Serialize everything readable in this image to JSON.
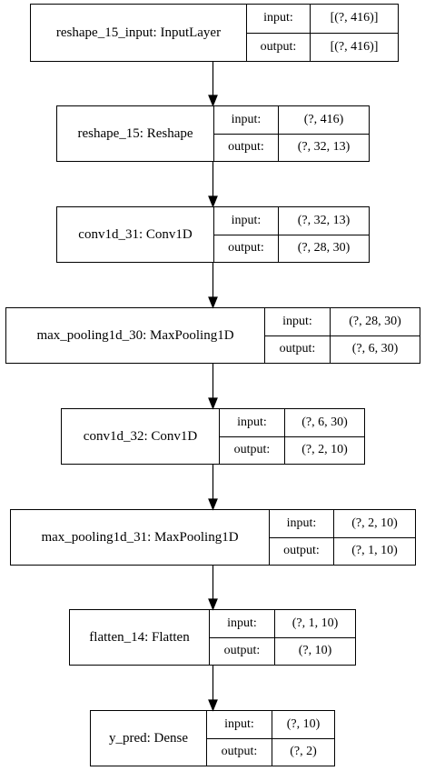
{
  "layers": [
    {
      "name": "reshape_15_input: InputLayer",
      "input_label": "input:",
      "output_label": "output:",
      "input": "[(?, 416)]",
      "output": "[(?, 416)]"
    },
    {
      "name": "reshape_15: Reshape",
      "input_label": "input:",
      "output_label": "output:",
      "input": "(?, 416)",
      "output": "(?, 32, 13)"
    },
    {
      "name": "conv1d_31: Conv1D",
      "input_label": "input:",
      "output_label": "output:",
      "input": "(?, 32, 13)",
      "output": "(?, 28, 30)"
    },
    {
      "name": "max_pooling1d_30: MaxPooling1D",
      "input_label": "input:",
      "output_label": "output:",
      "input": "(?, 28, 30)",
      "output": "(?, 6, 30)"
    },
    {
      "name": "conv1d_32: Conv1D",
      "input_label": "input:",
      "output_label": "output:",
      "input": "(?, 6, 30)",
      "output": "(?, 2, 10)"
    },
    {
      "name": "max_pooling1d_31: MaxPooling1D",
      "input_label": "input:",
      "output_label": "output:",
      "input": "(?, 2, 10)",
      "output": "(?, 1, 10)"
    },
    {
      "name": "flatten_14: Flatten",
      "input_label": "input:",
      "output_label": "output:",
      "input": "(?, 1, 10)",
      "output": "(?, 10)"
    },
    {
      "name": "y_pred: Dense",
      "input_label": "input:",
      "output_label": "output:",
      "input": "(?, 10)",
      "output": "(?, 2)"
    }
  ]
}
